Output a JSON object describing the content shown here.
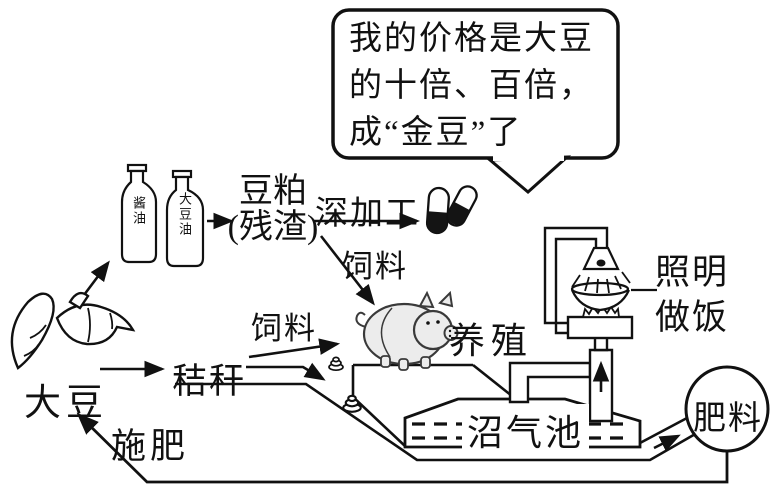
{
  "figure": {
    "title_hint": "soybean comprehensive utilization cycle diagram",
    "bubble": {
      "lines": [
        "我的价格是大豆",
        "的十倍、百倍，",
        "成“金豆”了"
      ]
    },
    "bottles": {
      "left": "酱油",
      "right": "大豆油"
    },
    "labels": {
      "soybean_meal_line1": "豆粕",
      "soybean_meal_line2": "(残渣)",
      "deep_processing": "深加工",
      "feed_from_meal": "饲料",
      "feed_from_straw": "饲料",
      "breeding": "养殖",
      "straw": "秸秆",
      "soybean": "大豆",
      "fertilize": "施肥",
      "biogas_pool": "沼气池",
      "lighting_line1": "照明",
      "lighting_line2": "做饭",
      "fertilizer": "肥料"
    },
    "icons": [
      "speech-bubble",
      "soy-sauce-bottle-icon",
      "soybean-oil-bottle-icon",
      "capsules-icon",
      "pig-icon",
      "dung-icon",
      "soybean-pods-icon",
      "biogas-lamp-icon",
      "wok-stove-icon",
      "biogas-pool",
      "fertilizer-circle"
    ],
    "colors": {
      "line": "#111111",
      "background": "#ffffff",
      "pig_fill": "#ececec",
      "capsule_dark": "#141414"
    }
  }
}
